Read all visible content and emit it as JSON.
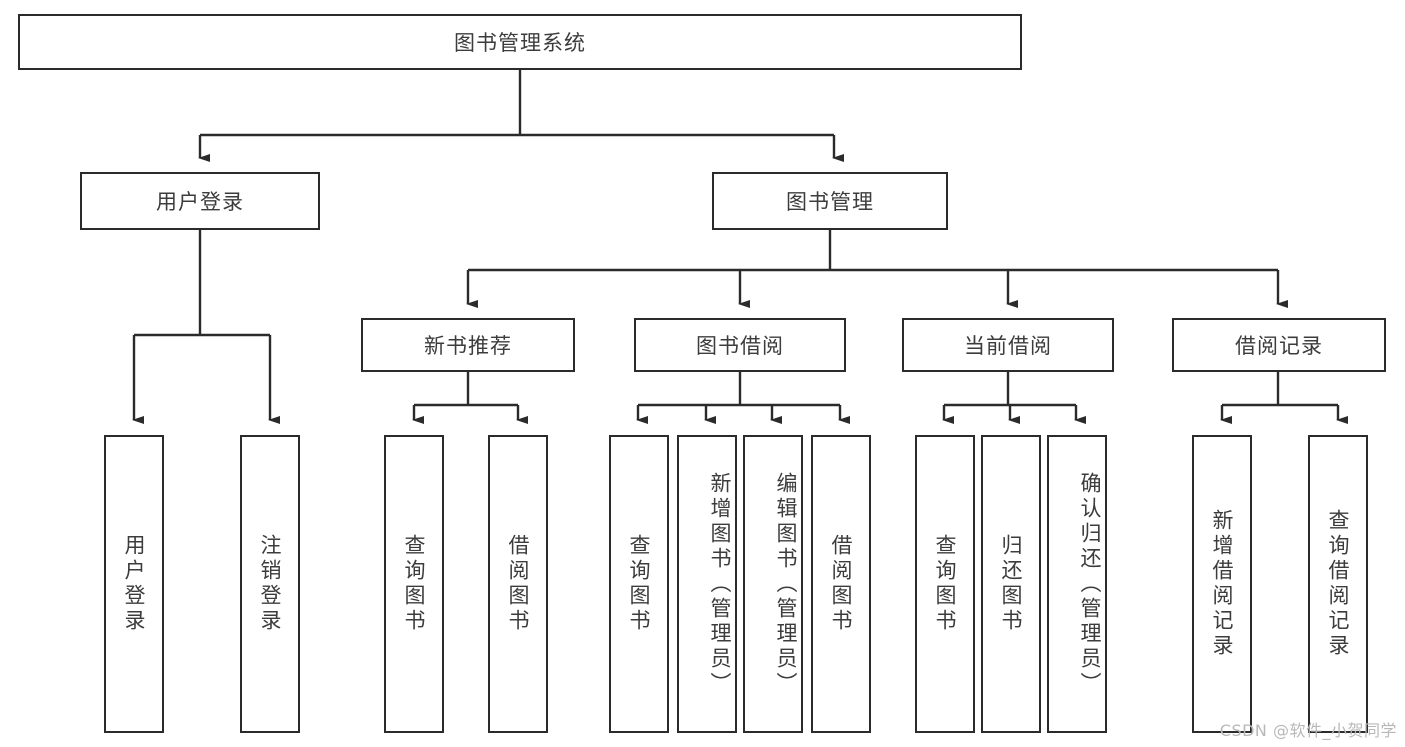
{
  "diagram": {
    "title": "图书管理系统",
    "type": "tree",
    "watermark": "CSDN @软件_小贺同学",
    "colors": {
      "background": "#ffffff",
      "box_border": "#2b2b2b",
      "box_fill": "#ffffff",
      "text": "#3c3c3c",
      "edge": "#2b2b2b",
      "watermark": "#b8b8b8"
    },
    "root": {
      "label": "图书管理系统"
    },
    "level1": [
      {
        "label": "用户登录"
      },
      {
        "label": "图书管理"
      }
    ],
    "level2": [
      {
        "label": "新书推荐"
      },
      {
        "label": "图书借阅"
      },
      {
        "label": "当前借阅"
      },
      {
        "label": "借阅记录"
      }
    ],
    "leaves": {
      "user_login": [
        {
          "label": "用户登录"
        },
        {
          "label": "注销登录"
        }
      ],
      "new_book_recommend": [
        {
          "label": "查询图书"
        },
        {
          "label": "借阅图书"
        }
      ],
      "book_borrow": [
        {
          "label": "查询图书"
        },
        {
          "label": "新增图书（管理员）"
        },
        {
          "label": "编辑图书（管理员）"
        },
        {
          "label": "借阅图书"
        }
      ],
      "current_borrow": [
        {
          "label": "查询图书"
        },
        {
          "label": "归还图书"
        },
        {
          "label": "确认归还（管理员）"
        }
      ],
      "borrow_record": [
        {
          "label": "新增借阅记录"
        },
        {
          "label": "查询借阅记录"
        }
      ]
    }
  }
}
